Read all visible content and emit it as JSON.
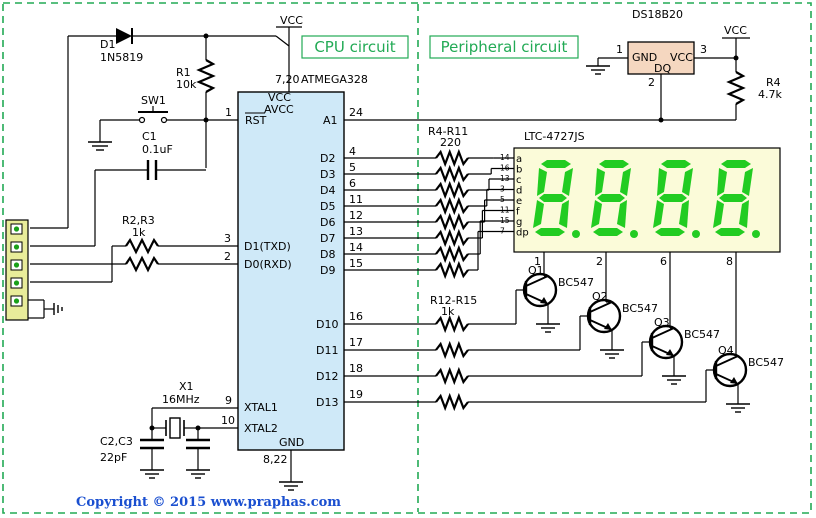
{
  "sections": {
    "cpu": "CPU circuit",
    "peripheral": "Peripheral circuit"
  },
  "copyright": "Copyright © 2015 www.praphas.com",
  "mcu": {
    "name": "ATMEGA328",
    "vcc_pins": "7,20",
    "gnd_pins": "8,22",
    "pin_labels": {
      "vcc": "VCC",
      "avcc": "AVCC",
      "rst": "RST",
      "a1": "A1",
      "txd": "D1(TXD)",
      "rxd": "D0(RXD)",
      "xtal1": "XTAL1",
      "xtal2": "XTAL2",
      "gnd": "GND",
      "d2": "D2",
      "d3": "D3",
      "d4": "D4",
      "d5": "D5",
      "d6": "D6",
      "d7": "D7",
      "d8": "D8",
      "d9": "D9",
      "d10": "D10",
      "d11": "D11",
      "d12": "D12",
      "d13": "D13"
    },
    "pin_numbers": {
      "rst": "1",
      "a1": "24",
      "txd": "3",
      "rxd": "2",
      "xtal1": "9",
      "xtal2": "10",
      "d2": "4",
      "d3": "5",
      "d4": "6",
      "d5": "11",
      "d6": "12",
      "d7": "13",
      "d8": "14",
      "d9": "15",
      "d10": "16",
      "d11": "17",
      "d12": "18",
      "d13": "19"
    }
  },
  "components": {
    "d1": {
      "ref": "D1",
      "value": "1N5819"
    },
    "r1": {
      "ref": "R1",
      "value": "10k"
    },
    "sw1": {
      "ref": "SW1"
    },
    "c1": {
      "ref": "C1",
      "value": "0.1uF"
    },
    "r2r3": {
      "ref": "R2,R3",
      "value": "1k"
    },
    "x1": {
      "ref": "X1",
      "value": "16MHz"
    },
    "c2c3": {
      "ref": "C2,C3",
      "value": "22pF"
    },
    "r4r11": {
      "ref": "R4-R11",
      "value": "220"
    },
    "r12r15": {
      "ref": "R12-R15",
      "value": "1k"
    },
    "ds18b20": {
      "ref": "DS18B20",
      "pin_gnd": "GND",
      "pin_dq": "DQ",
      "pin_vcc": "VCC",
      "pin1": "1",
      "pin2": "2",
      "pin3": "3"
    },
    "r4": {
      "ref": "R4",
      "value": "4.7k"
    },
    "display": {
      "ref": "LTC-4727JS",
      "common_pins": [
        "1",
        "2",
        "6",
        "8"
      ]
    },
    "q1": {
      "ref": "Q1",
      "value": "BC547"
    },
    "q2": {
      "ref": "Q2",
      "value": "BC547"
    },
    "q3": {
      "ref": "Q3",
      "value": "BC547"
    },
    "q4": {
      "ref": "Q4",
      "value": "BC547"
    }
  },
  "vcc_labels": {
    "top_cpu": "VCC",
    "top_periph": "VCC"
  },
  "segments": [
    {
      "pin": "14",
      "name": "a"
    },
    {
      "pin": "16",
      "name": "b"
    },
    {
      "pin": "13",
      "name": "c"
    },
    {
      "pin": "3",
      "name": "d"
    },
    {
      "pin": "5",
      "name": "e"
    },
    {
      "pin": "11",
      "name": "f"
    },
    {
      "pin": "15",
      "name": "g"
    },
    {
      "pin": "7",
      "name": "dp"
    }
  ],
  "colors": {
    "section_border": "#22aa55",
    "mcu_fill": "#cfe9f8",
    "display_fill": "#fbfbd9",
    "segment_on": "#22cc22",
    "sensor_fill": "#f5d7c0",
    "connector_fill": "#e8ec9a",
    "copyright": "#1a4fd0"
  }
}
